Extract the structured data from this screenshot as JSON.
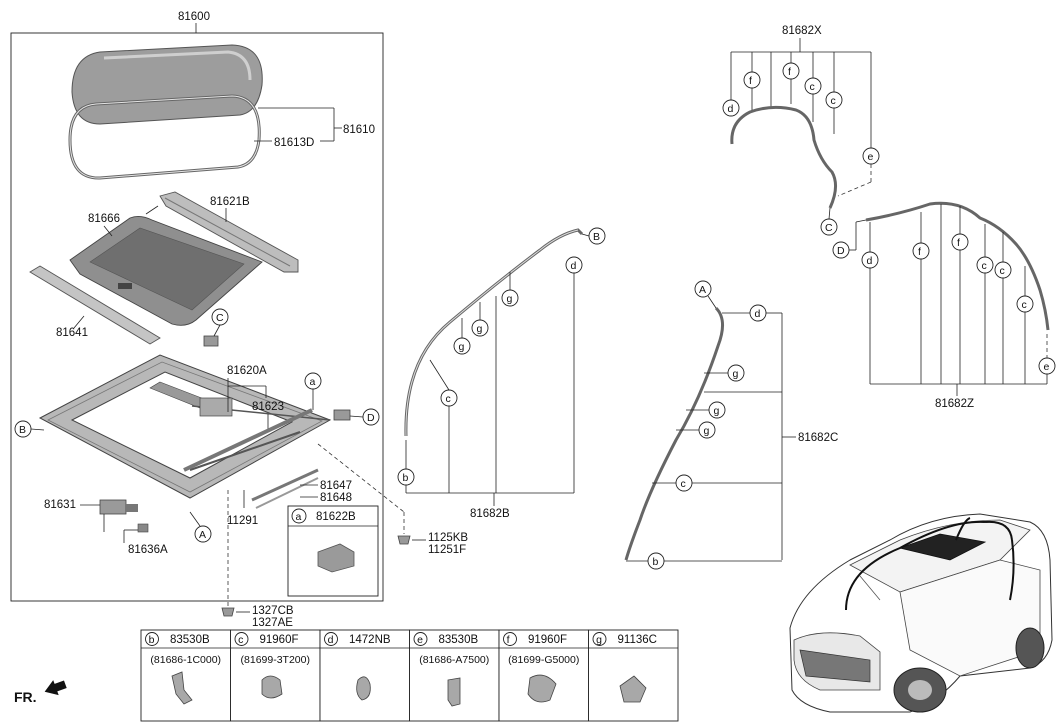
{
  "main_assembly": {
    "assembly": "81600",
    "glass_group": "81610",
    "seal": "81613D",
    "wind_deflector": "81621B",
    "sunshade": "81666",
    "rail_trim": "81641",
    "frame": "81620A",
    "frame_sub": "81623",
    "motor": "81631",
    "motor_bracket": "81636A",
    "cable_a": "81647",
    "cable_b": "81648",
    "bolt": "11291",
    "bottom_bolt_a": "1327CB",
    "bottom_bolt_b": "1327AE",
    "inset_circle": "a",
    "inset_part": "81622B"
  },
  "hose_b": {
    "part": "81682B",
    "screw_a": "1125KB",
    "screw_b": "11251F"
  },
  "hose_c": {
    "part": "81682C"
  },
  "hose_x": {
    "part": "81682X"
  },
  "hose_z": {
    "part": "81682Z"
  },
  "circles": {
    "A": "A",
    "B": "B",
    "C": "C",
    "D": "D",
    "a": "a",
    "b": "b",
    "c": "c",
    "d": "d",
    "e": "e",
    "f": "f",
    "g": "g"
  },
  "legend": [
    {
      "letter": "b",
      "part": "83530B",
      "sub": "(81686-1C000)"
    },
    {
      "letter": "c",
      "part": "91960F",
      "sub": "(81699-3T200)"
    },
    {
      "letter": "d",
      "part": "1472NB",
      "sub": ""
    },
    {
      "letter": "e",
      "part": "83530B",
      "sub": "(81686-A7500)"
    },
    {
      "letter": "f",
      "part": "91960F",
      "sub": "(81699-G5000)"
    },
    {
      "letter": "g",
      "part": "91136C",
      "sub": ""
    }
  ],
  "front_label": "FR.",
  "colors": {
    "line": "#222222",
    "glass": "#9a9a9a",
    "frame": "#b0b0b0"
  }
}
